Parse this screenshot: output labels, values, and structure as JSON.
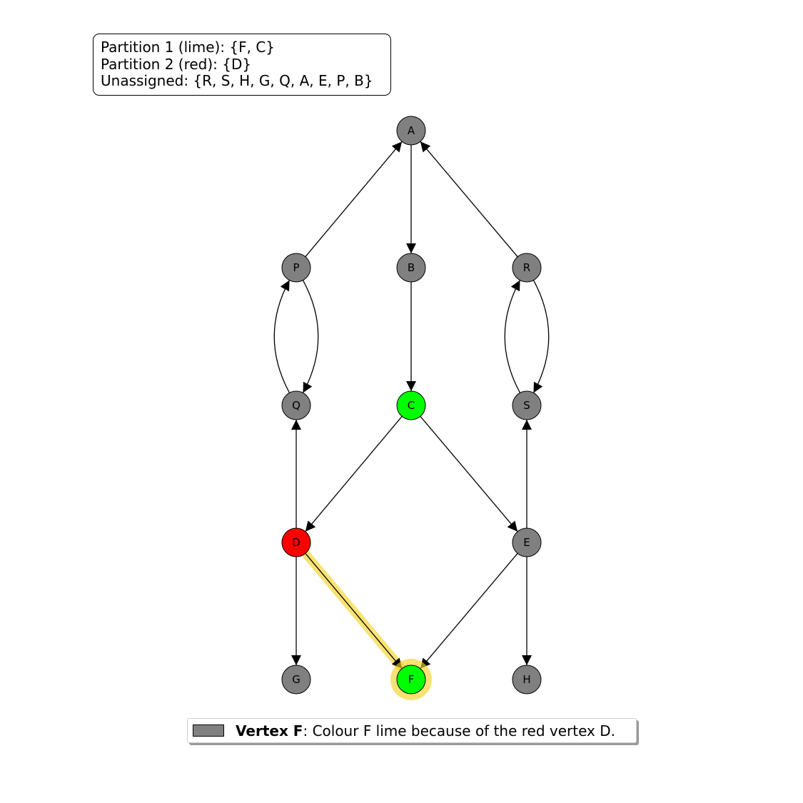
{
  "partition_box": {
    "line1": "Partition 1 (lime): {F, C}",
    "line2": "Partition 2 (red): {D}",
    "line3": "Unassigned: {R, S, H, G, Q, A, E, P, B}"
  },
  "colors": {
    "unassigned": "#808080",
    "partition1": "#00ff00",
    "partition2": "#ff0000",
    "highlight": "#f5d328"
  },
  "graph": {
    "nodes": [
      {
        "id": "A",
        "label": "A",
        "color": "#808080"
      },
      {
        "id": "P",
        "label": "P",
        "color": "#808080"
      },
      {
        "id": "B",
        "label": "B",
        "color": "#808080"
      },
      {
        "id": "R",
        "label": "R",
        "color": "#808080"
      },
      {
        "id": "Q",
        "label": "Q",
        "color": "#808080"
      },
      {
        "id": "C",
        "label": "C",
        "color": "#00ff00"
      },
      {
        "id": "S",
        "label": "S",
        "color": "#808080"
      },
      {
        "id": "D",
        "label": "D",
        "color": "#ff0000"
      },
      {
        "id": "E",
        "label": "E",
        "color": "#808080"
      },
      {
        "id": "G",
        "label": "G",
        "color": "#808080"
      },
      {
        "id": "F",
        "label": "F",
        "color": "#00ff00",
        "highlighted": true
      },
      {
        "id": "H",
        "label": "H",
        "color": "#808080"
      }
    ],
    "edges": [
      {
        "from": "A",
        "to": "B"
      },
      {
        "from": "P",
        "to": "A"
      },
      {
        "from": "R",
        "to": "A"
      },
      {
        "from": "B",
        "to": "C"
      },
      {
        "from": "P",
        "to": "Q"
      },
      {
        "from": "Q",
        "to": "P"
      },
      {
        "from": "R",
        "to": "S"
      },
      {
        "from": "S",
        "to": "R"
      },
      {
        "from": "C",
        "to": "D"
      },
      {
        "from": "C",
        "to": "E"
      },
      {
        "from": "D",
        "to": "Q"
      },
      {
        "from": "E",
        "to": "S"
      },
      {
        "from": "D",
        "to": "G"
      },
      {
        "from": "D",
        "to": "F",
        "highlighted": true
      },
      {
        "from": "E",
        "to": "F"
      },
      {
        "from": "E",
        "to": "H"
      }
    ]
  },
  "legend": {
    "swatch_color": "#808080",
    "title": "Vertex F",
    "text": ": Colour F lime because of the red vertex D."
  }
}
